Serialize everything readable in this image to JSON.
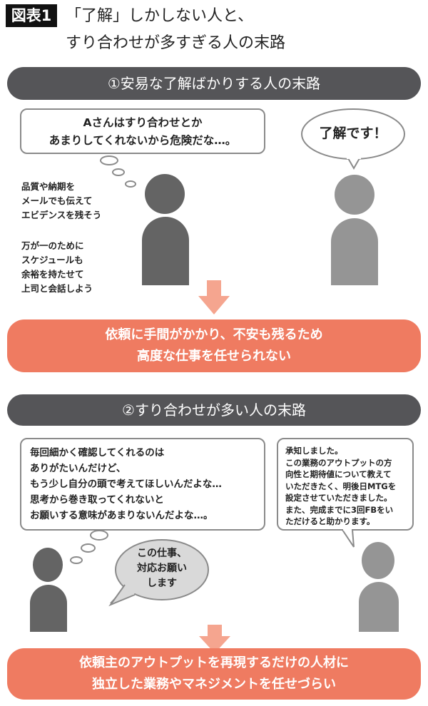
{
  "header": {
    "badge": "図表1",
    "title_line1": "「了解」しかしない人と、",
    "title_line2": "すり合わせが多すぎる人の末路"
  },
  "section1": {
    "heading": "①安易な了解ばかりする人の末路",
    "thought_bubble": {
      "line1": "Aさんはすり合わせとか",
      "line2": "あまりしてくれないから危険だな…。"
    },
    "speech_bubble": "了解です！",
    "notes": [
      {
        "lines": [
          "品質や納期を",
          "メールでも伝えて",
          "エビデンスを残そう"
        ]
      },
      {
        "lines": [
          "万が一のために",
          "スケジュールも",
          "余裕を持たせて",
          "上司と会話しよう"
        ]
      }
    ],
    "result": {
      "line1": "依頼に手間がかかり、不安も残るため",
      "line2": "高度な仕事を任せられない"
    }
  },
  "section2": {
    "heading": "②すり合わせが多い人の末路",
    "thought_bubble": {
      "lines": [
        "毎回細かく確認してくれるのは",
        "ありがたいんだけど、",
        "もう少し自分の頭で考えてほしいんだよな…",
        "思考から巻き取ってくれないと",
        "お願いする意味があまりないんだよな…。"
      ]
    },
    "request_bubble": {
      "lines": [
        "この仕事、",
        "対応お願い",
        "します"
      ]
    },
    "reply_bubble": {
      "lines": [
        "承知しました。",
        "この業務のアウトプットの方",
        "向性と期待値について教えて",
        "いただきたく、明後日MTGを",
        "設定させていただきました。",
        "また、完成までに3回FBをい",
        "ただけると助かります。"
      ]
    },
    "result": {
      "line1": "依頼主のアウトプットを再現するだけの人材に",
      "line2": "独立した業務やマネジメントを任せづらい"
    }
  },
  "colors": {
    "section_bar": "#555558",
    "result_box": "#ef7b61",
    "arrow": "#f5a58f",
    "person_dark": "#646464",
    "person_light": "#959595",
    "bubble_border": "#8a8a8a",
    "request_bubble_fill": "#d9d9d9"
  }
}
